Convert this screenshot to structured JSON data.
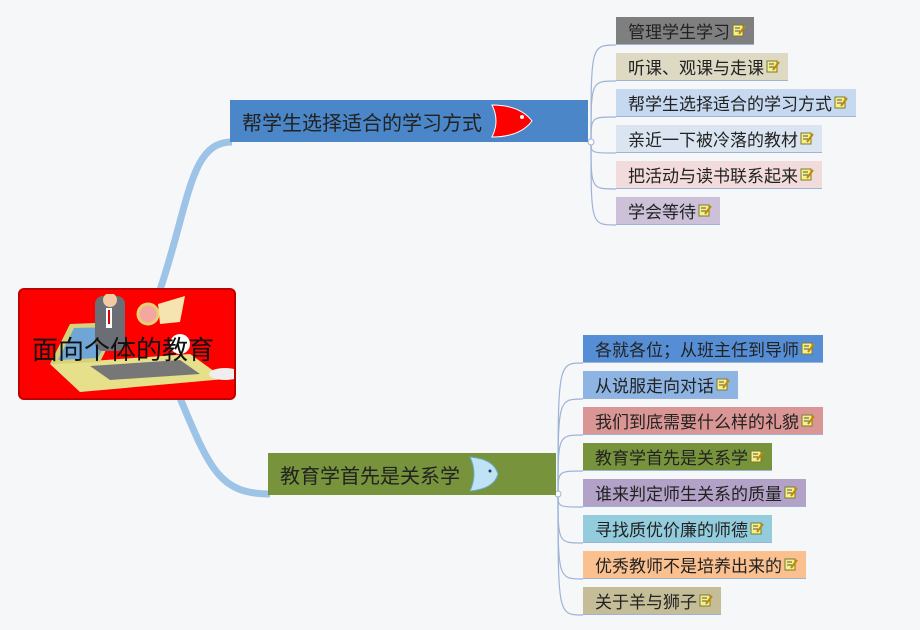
{
  "root": {
    "label": "面向个体的教育"
  },
  "branches": [
    {
      "label": "帮学生选择适合的学习方式",
      "color": "#4a86c8",
      "children": [
        {
          "label": "管理学生学习",
          "color": "#7f7f7f"
        },
        {
          "label": "听课、观课与走课",
          "color": "#ddd9c3"
        },
        {
          "label": "帮学生选择适合的学习方式",
          "color": "#c6d9f0"
        },
        {
          "label": "亲近一下被冷落的教材",
          "color": "#dbe5f1"
        },
        {
          "label": "把活动与读书联系起来",
          "color": "#f2dcdb"
        },
        {
          "label": "学会等待",
          "color": "#ccc1d9"
        }
      ]
    },
    {
      "label": "教育学首先是关系学",
      "color": "#77933c",
      "children": [
        {
          "label": "各就各位；从班主任到导师",
          "color": "#558ed5"
        },
        {
          "label": "从说服走向对话",
          "color": "#8eb4e3"
        },
        {
          "label": "我们到底需要什么样的礼貌",
          "color": "#d99694"
        },
        {
          "label": "教育学首先是关系学",
          "color": "#77933c"
        },
        {
          "label": "谁来判定师生关系的质量",
          "color": "#b3a2c7"
        },
        {
          "label": "寻找质优价廉的师德",
          "color": "#93cddd"
        },
        {
          "label": "优秀教师不是培养出来的",
          "color": "#fac08f"
        },
        {
          "label": "关于羊与狮子",
          "color": "#c4bd97"
        }
      ]
    }
  ]
}
